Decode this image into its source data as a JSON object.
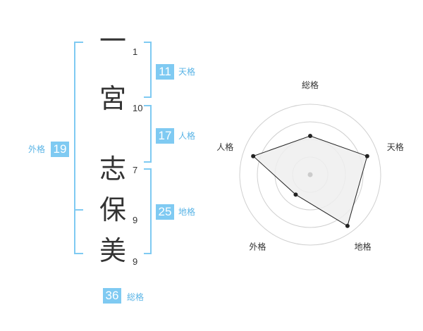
{
  "colors": {
    "accent": "#7fcaf2",
    "label_text": "#5ab4e6",
    "text": "#333333",
    "ring": "#d0d0d0",
    "polygon_fill": "#eeeeee"
  },
  "name": {
    "chars": [
      "一",
      "宮",
      "志",
      "保",
      "美"
    ],
    "strokes": [
      "1",
      "10",
      "7",
      "9",
      "9"
    ]
  },
  "fortune": {
    "tenkaku": {
      "value": "11",
      "label": "天格"
    },
    "jinkaku": {
      "value": "17",
      "label": "人格"
    },
    "chikaku": {
      "value": "25",
      "label": "地格"
    },
    "gaikaku": {
      "value": "19",
      "label": "外格"
    },
    "soukaku": {
      "value": "36",
      "label": "総格"
    }
  },
  "chart_data": {
    "type": "radar",
    "axes": [
      "総格",
      "天格",
      "地格",
      "外格",
      "人格"
    ],
    "values": [
      0.55,
      0.85,
      0.9,
      0.35,
      0.85
    ],
    "range": [
      0,
      1
    ],
    "rings": 4
  }
}
